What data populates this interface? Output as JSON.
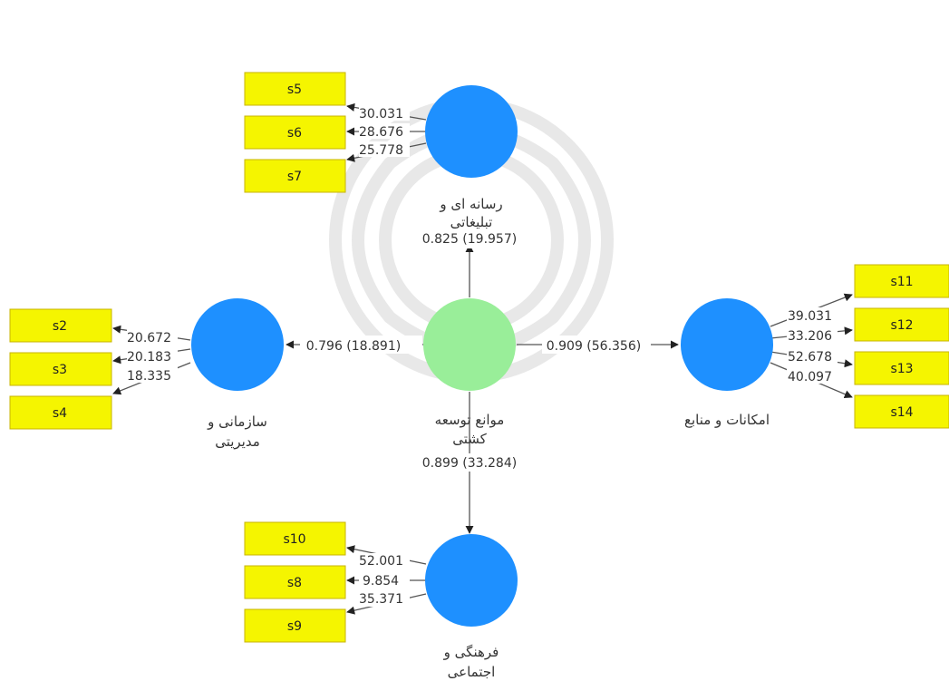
{
  "constructs": {
    "central": {
      "label_line1": "موانع توسعه",
      "label_line2": "کشتی"
    },
    "media": {
      "label_line1": "رسانه ای و",
      "label_line2": "تبلیغاتی",
      "path": "0.825 (19.957)"
    },
    "organizational": {
      "label_line1": "سازمانی و",
      "label_line2": "مدیریتی",
      "path": "0.796 (18.891)"
    },
    "resources": {
      "label_line1": "امکانات و منابع",
      "path": "0.909 (56.356)"
    },
    "cultural": {
      "label_line1": "فرهنگی و",
      "label_line2": "اجتماعی",
      "path": "0.899 (33.284)"
    }
  },
  "indicators": {
    "media": [
      {
        "name": "s5",
        "loading": "30.031"
      },
      {
        "name": "s6",
        "loading": "28.676"
      },
      {
        "name": "s7",
        "loading": "25.778"
      }
    ],
    "organizational": [
      {
        "name": "s2",
        "loading": "20.672"
      },
      {
        "name": "s3",
        "loading": "20.183"
      },
      {
        "name": "s4",
        "loading": "18.335"
      }
    ],
    "resources": [
      {
        "name": "s11",
        "loading": "39.031"
      },
      {
        "name": "s12",
        "loading": "33.206"
      },
      {
        "name": "s13",
        "loading": "52.678"
      },
      {
        "name": "s14",
        "loading": "40.097"
      }
    ],
    "cultural": [
      {
        "name": "s10",
        "loading": "52.001"
      },
      {
        "name": "s8",
        "loading": "9.854"
      },
      {
        "name": "s9",
        "loading": "35.371"
      }
    ]
  },
  "colors": {
    "latent_blue": "#1e90ff",
    "central_green": "#99ee99",
    "indicator_yellow": "#f5f500"
  }
}
